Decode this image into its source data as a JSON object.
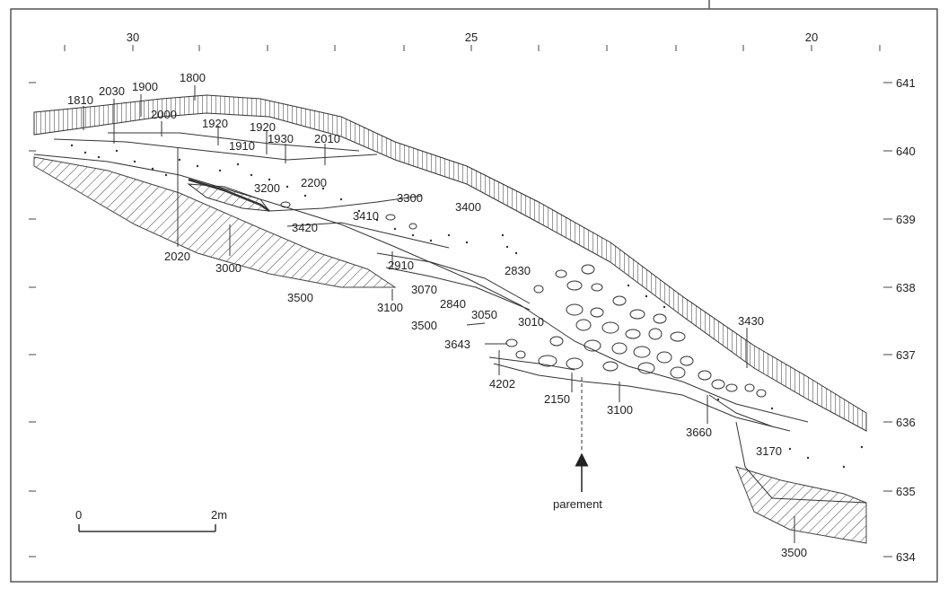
{
  "figure": {
    "x_ticks": [
      {
        "label": "30"
      },
      {
        "label": "25"
      },
      {
        "label": "20"
      }
    ],
    "elevations": [
      "641",
      "640",
      "639",
      "638",
      "637",
      "636",
      "635",
      "634"
    ],
    "scale_bar": {
      "start": "0",
      "end": "2m"
    },
    "arrow_label": "parement",
    "layer_labels": [
      "1800",
      "1810",
      "2030",
      "1900",
      "2000",
      "1920",
      "1920",
      "1930",
      "2010",
      "1910",
      "3200",
      "2200",
      "3300",
      "3400",
      "3410",
      "3420",
      "2020",
      "3000",
      "3500",
      "2910",
      "2830",
      "3070",
      "3100",
      "2840",
      "3050",
      "3010",
      "3500",
      "3643",
      "4202",
      "2150",
      "3100",
      "3430",
      "3660",
      "3170",
      "3500"
    ]
  }
}
